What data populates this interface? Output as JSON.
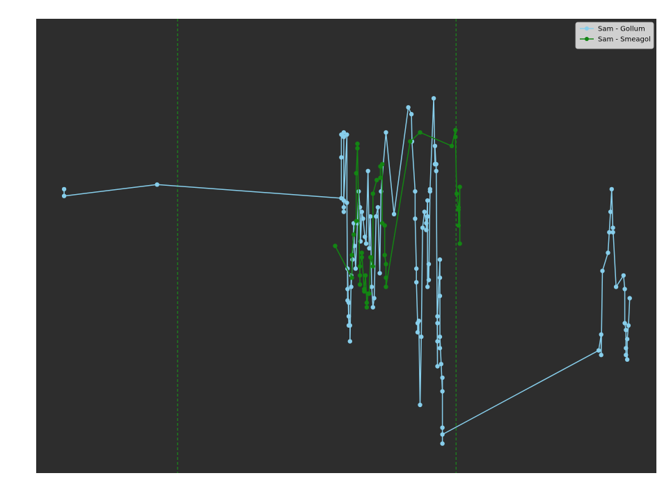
{
  "colors": {
    "page_background": "#ffffff",
    "plot_background": "#2d2d2d",
    "vline": "#1a8c1a",
    "legend_background": "#d9d9d9",
    "legend_text": "#000000"
  },
  "chart_data": {
    "type": "line",
    "title": "",
    "xlabel": "",
    "ylabel": "",
    "xlim": [
      0,
      100
    ],
    "ylim": [
      0,
      100
    ],
    "grid": false,
    "legend_placement": "top-right",
    "vertical_lines": [
      22.8,
      67.7
    ],
    "series": [
      {
        "name": "Sam - Gollum",
        "color": "#87ceeb",
        "x": [
          4.5,
          4.5,
          19.5,
          49.2,
          49.2,
          49.2,
          49.6,
          49.6,
          49.6,
          49.6,
          49.6,
          50.1,
          50.1,
          50.2,
          50.2,
          50.2,
          50.4,
          50.4,
          50.4,
          50.6,
          50.6,
          50.8,
          50.8,
          51.0,
          51.2,
          51.3,
          51.5,
          51.8,
          52.0,
          52.2,
          52.3,
          52.5,
          52.7,
          53.0,
          53.2,
          53.5,
          53.7,
          53.9,
          54.1,
          54.3,
          54.5,
          54.8,
          55.1,
          55.4,
          55.6,
          56.4,
          57.7,
          60.0,
          60.5,
          60.6,
          61.1,
          61.1,
          61.3,
          61.3,
          61.5,
          61.5,
          61.7,
          61.9,
          62.1,
          62.3,
          62.6,
          62.9,
          62.9,
          63.1,
          63.1,
          63.1,
          63.3,
          63.3,
          63.5,
          63.5,
          64.1,
          64.3,
          64.3,
          64.5,
          64.5,
          64.7,
          64.7,
          64.7,
          64.7,
          65.1,
          65.1,
          65.1,
          65.1,
          65.1,
          65.3,
          65.5,
          65.5,
          65.5,
          65.5,
          65.5,
          90.7,
          91.1,
          91.1,
          91.3,
          92.2,
          92.4,
          92.6,
          92.8,
          93.0,
          93.0,
          93.5,
          94.7,
          94.9,
          94.9,
          95.1,
          95.1,
          95.1,
          95.3,
          95.3,
          95.5,
          95.7
        ],
        "y": [
          62.5,
          61.0,
          63.5,
          60.5,
          69.5,
          74.5,
          75.0,
          74.0,
          58.5,
          57.5,
          60.0,
          74.5,
          59.5,
          40.5,
          38.0,
          45.0,
          32.5,
          37.5,
          34.5,
          32.5,
          29.0,
          43.5,
          41.0,
          47.0,
          55.0,
          50.0,
          45.0,
          55.0,
          62.0,
          58.5,
          51.0,
          57.5,
          56.0,
          52.0,
          50.5,
          66.5,
          49.5,
          56.5,
          41.0,
          36.5,
          38.5,
          56.5,
          58.5,
          44.0,
          62.0,
          75.0,
          57.0,
          80.5,
          79.0,
          73.0,
          62.0,
          56.0,
          45.0,
          42.0,
          33.0,
          31.0,
          33.5,
          15.0,
          30.0,
          54.0,
          57.5,
          55.0,
          53.5,
          60.0,
          56.5,
          41.0,
          46.0,
          42.5,
          62.0,
          62.5,
          82.5,
          68.0,
          72.0,
          66.5,
          68.0,
          23.5,
          33.0,
          29.0,
          34.5,
          47.0,
          43.0,
          27.5,
          39.0,
          30.0,
          24.0,
          18.0,
          21.0,
          6.5,
          10.0,
          8.5,
          27.0,
          30.5,
          26.0,
          44.5,
          48.5,
          53.0,
          57.5,
          62.5,
          53.0,
          54.0,
          41.0,
          43.5,
          40.5,
          33.0,
          31.5,
          27.5,
          26.0,
          25.0,
          29.5,
          32.5,
          38.5
        ]
      },
      {
        "name": "Sam - Smeagol",
        "color": "#138513",
        "x": [
          48.2,
          50.9,
          50.9,
          51.2,
          51.6,
          51.6,
          51.8,
          51.8,
          52.2,
          52.2,
          52.2,
          52.5,
          52.5,
          52.9,
          52.9,
          53.1,
          53.3,
          53.3,
          53.5,
          53.7,
          53.9,
          54.3,
          54.3,
          54.9,
          55.5,
          55.5,
          55.8,
          55.8,
          56.2,
          56.2,
          56.4,
          56.4,
          56.4,
          60.3,
          61.9,
          67.0,
          67.6,
          67.6,
          67.8,
          68.1,
          68.1,
          68.1,
          68.3,
          68.3
        ],
        "y": [
          50.0,
          43.0,
          48.0,
          52.5,
          55.5,
          66.0,
          71.5,
          72.5,
          41.5,
          43.5,
          45.5,
          47.5,
          48.5,
          40.0,
          40.5,
          43.5,
          37.5,
          36.5,
          39.5,
          39.5,
          47.5,
          45.5,
          61.5,
          64.5,
          65.0,
          67.5,
          68.0,
          55.0,
          54.5,
          48.0,
          46.0,
          43.0,
          41.0,
          73.0,
          75.0,
          72.0,
          75.5,
          74.0,
          61.5,
          58.5,
          58.0,
          54.5,
          63.0,
          50.5
        ]
      }
    ]
  }
}
